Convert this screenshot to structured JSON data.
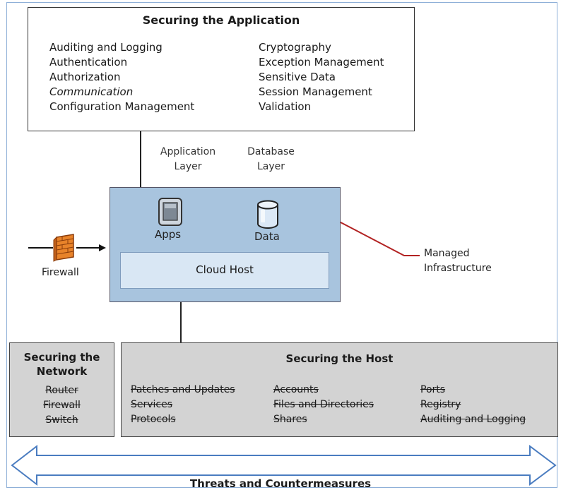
{
  "app": {
    "title": "Securing the Application",
    "left_items": [
      "Auditing and Logging",
      "Authentication",
      "Authorization",
      "Communication",
      "Configuration Management"
    ],
    "right_items": [
      "Cryptography",
      "Exception Management",
      "Sensitive Data",
      "Session Management",
      "Validation"
    ]
  },
  "layers": {
    "application": [
      "Application",
      "Layer"
    ],
    "database": [
      "Database",
      "Layer"
    ]
  },
  "cloud": {
    "apps_label": "Apps",
    "data_label": "Data",
    "host_label": "Cloud Host",
    "firewall_label": "Firewall",
    "managed_label": [
      "Managed",
      "Infrastructure"
    ]
  },
  "network": {
    "title": [
      "Securing the",
      "Network"
    ],
    "items": [
      "Router",
      "Firewall",
      "Switch"
    ]
  },
  "host": {
    "title": "Securing the Host",
    "col1": [
      "Patches and Updates",
      "Services",
      "Protocols"
    ],
    "col2": [
      "Accounts",
      "Files and Directories",
      "Shares"
    ],
    "col3": [
      "Ports",
      "Registry",
      "Auditing and Logging"
    ]
  },
  "threats": "Threats and Countermeasures",
  "colors": {
    "cloud_bg": "#a8c4de",
    "host_inner": "#d9e7f4",
    "gray_box": "#d3d3d3",
    "firewall": "#e8832a",
    "managed_line": "#b22222",
    "arrow_outline": "#4a7cc0"
  }
}
